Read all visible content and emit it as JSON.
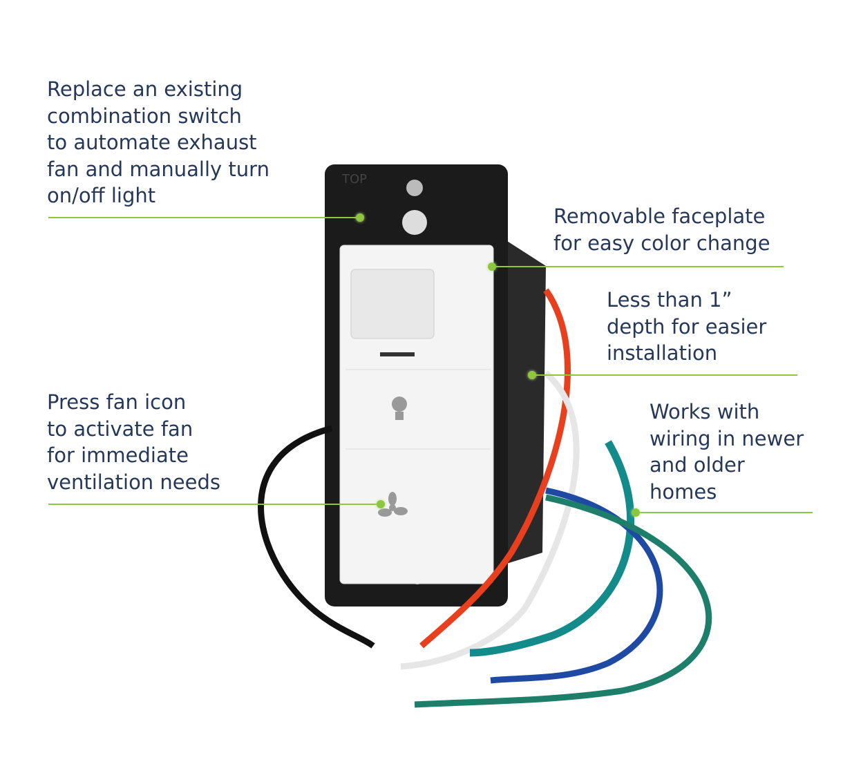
{
  "callouts": [
    {
      "text": "Replace an existing\ncombination switch\nto automate exhaust\nfan and manually turn\non/off light"
    },
    {
      "text": "Removable faceplate\nfor easy color change"
    },
    {
      "text": "Less than 1”\ndepth for easier\ninstallation"
    },
    {
      "text": "Press fan icon\nto activate fan\nfor immediate\nventilation needs"
    },
    {
      "text": "Works with\nwiring in newer\nand older\nhomes"
    }
  ],
  "device_label": "TOP",
  "colors": {
    "text": "#26385a",
    "leader": "#8dc63f"
  }
}
